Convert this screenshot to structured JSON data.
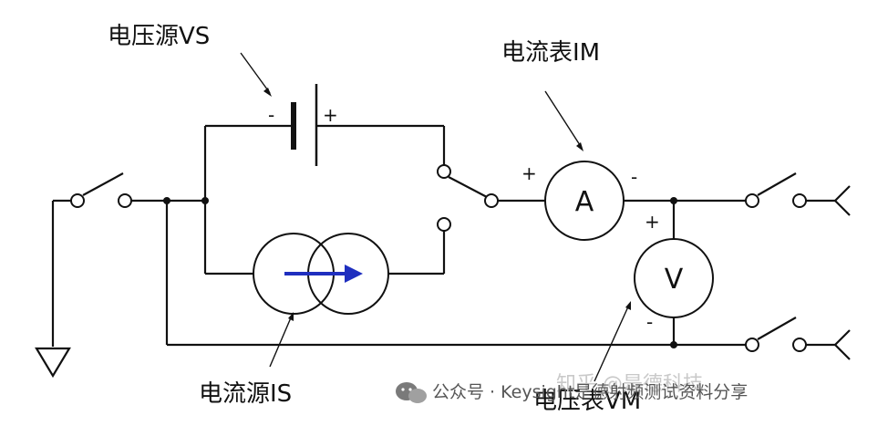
{
  "labels": {
    "voltage_source": "电压源VS",
    "ammeter": "电流表IM",
    "current_source": "电流源IS",
    "voltmeter": "电压表VM"
  },
  "polarity": {
    "battery_minus": "-",
    "battery_plus": "+",
    "ammeter_plus": "+",
    "ammeter_minus": "-",
    "voltmeter_plus": "+",
    "voltmeter_minus": "-"
  },
  "meters": {
    "ammeter_symbol": "A",
    "voltmeter_symbol": "V"
  },
  "watermark": {
    "text": "公众号 · Keysight是德射频测试资料分享",
    "faint_text": "知乎 @是德科技"
  },
  "colors": {
    "line": "#111111",
    "arrow": "#1f2fbf"
  },
  "icons": [
    "ground-icon",
    "battery-icon",
    "current-source-icon",
    "ammeter-icon",
    "voltmeter-icon",
    "switch-icon",
    "probe-icon",
    "wechat-icon"
  ]
}
